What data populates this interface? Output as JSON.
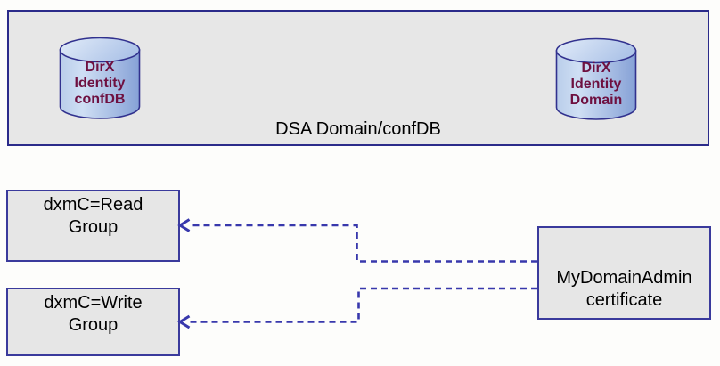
{
  "diagram": {
    "title_box": {
      "label": "DSA Domain/confDB"
    },
    "databases": [
      {
        "label": "DirX\nIdentity\nconfDB"
      },
      {
        "label": "DirX\nIdentity\nDomain"
      }
    ],
    "group_boxes": [
      {
        "label": "dxmC=Read\nGroup"
      },
      {
        "label": "dxmC=Write\nGroup"
      }
    ],
    "certificate_box": {
      "label": "MyDomainAdmin\ncertificate"
    }
  },
  "colors": {
    "box-border": "#2b2b8a",
    "big-box-fill": "#e7e7e7",
    "small-box-border": "#3a3a9c",
    "small-box-fill": "#e6e6e6",
    "connector-blue": "#3838ac",
    "cylinder-border": "#31318e",
    "cylinder-fill-light": "#cfdff4",
    "cylinder-fill-dark": "#86a1d6",
    "cylinder-text": "#6e1040",
    "label-text": "#000000"
  }
}
